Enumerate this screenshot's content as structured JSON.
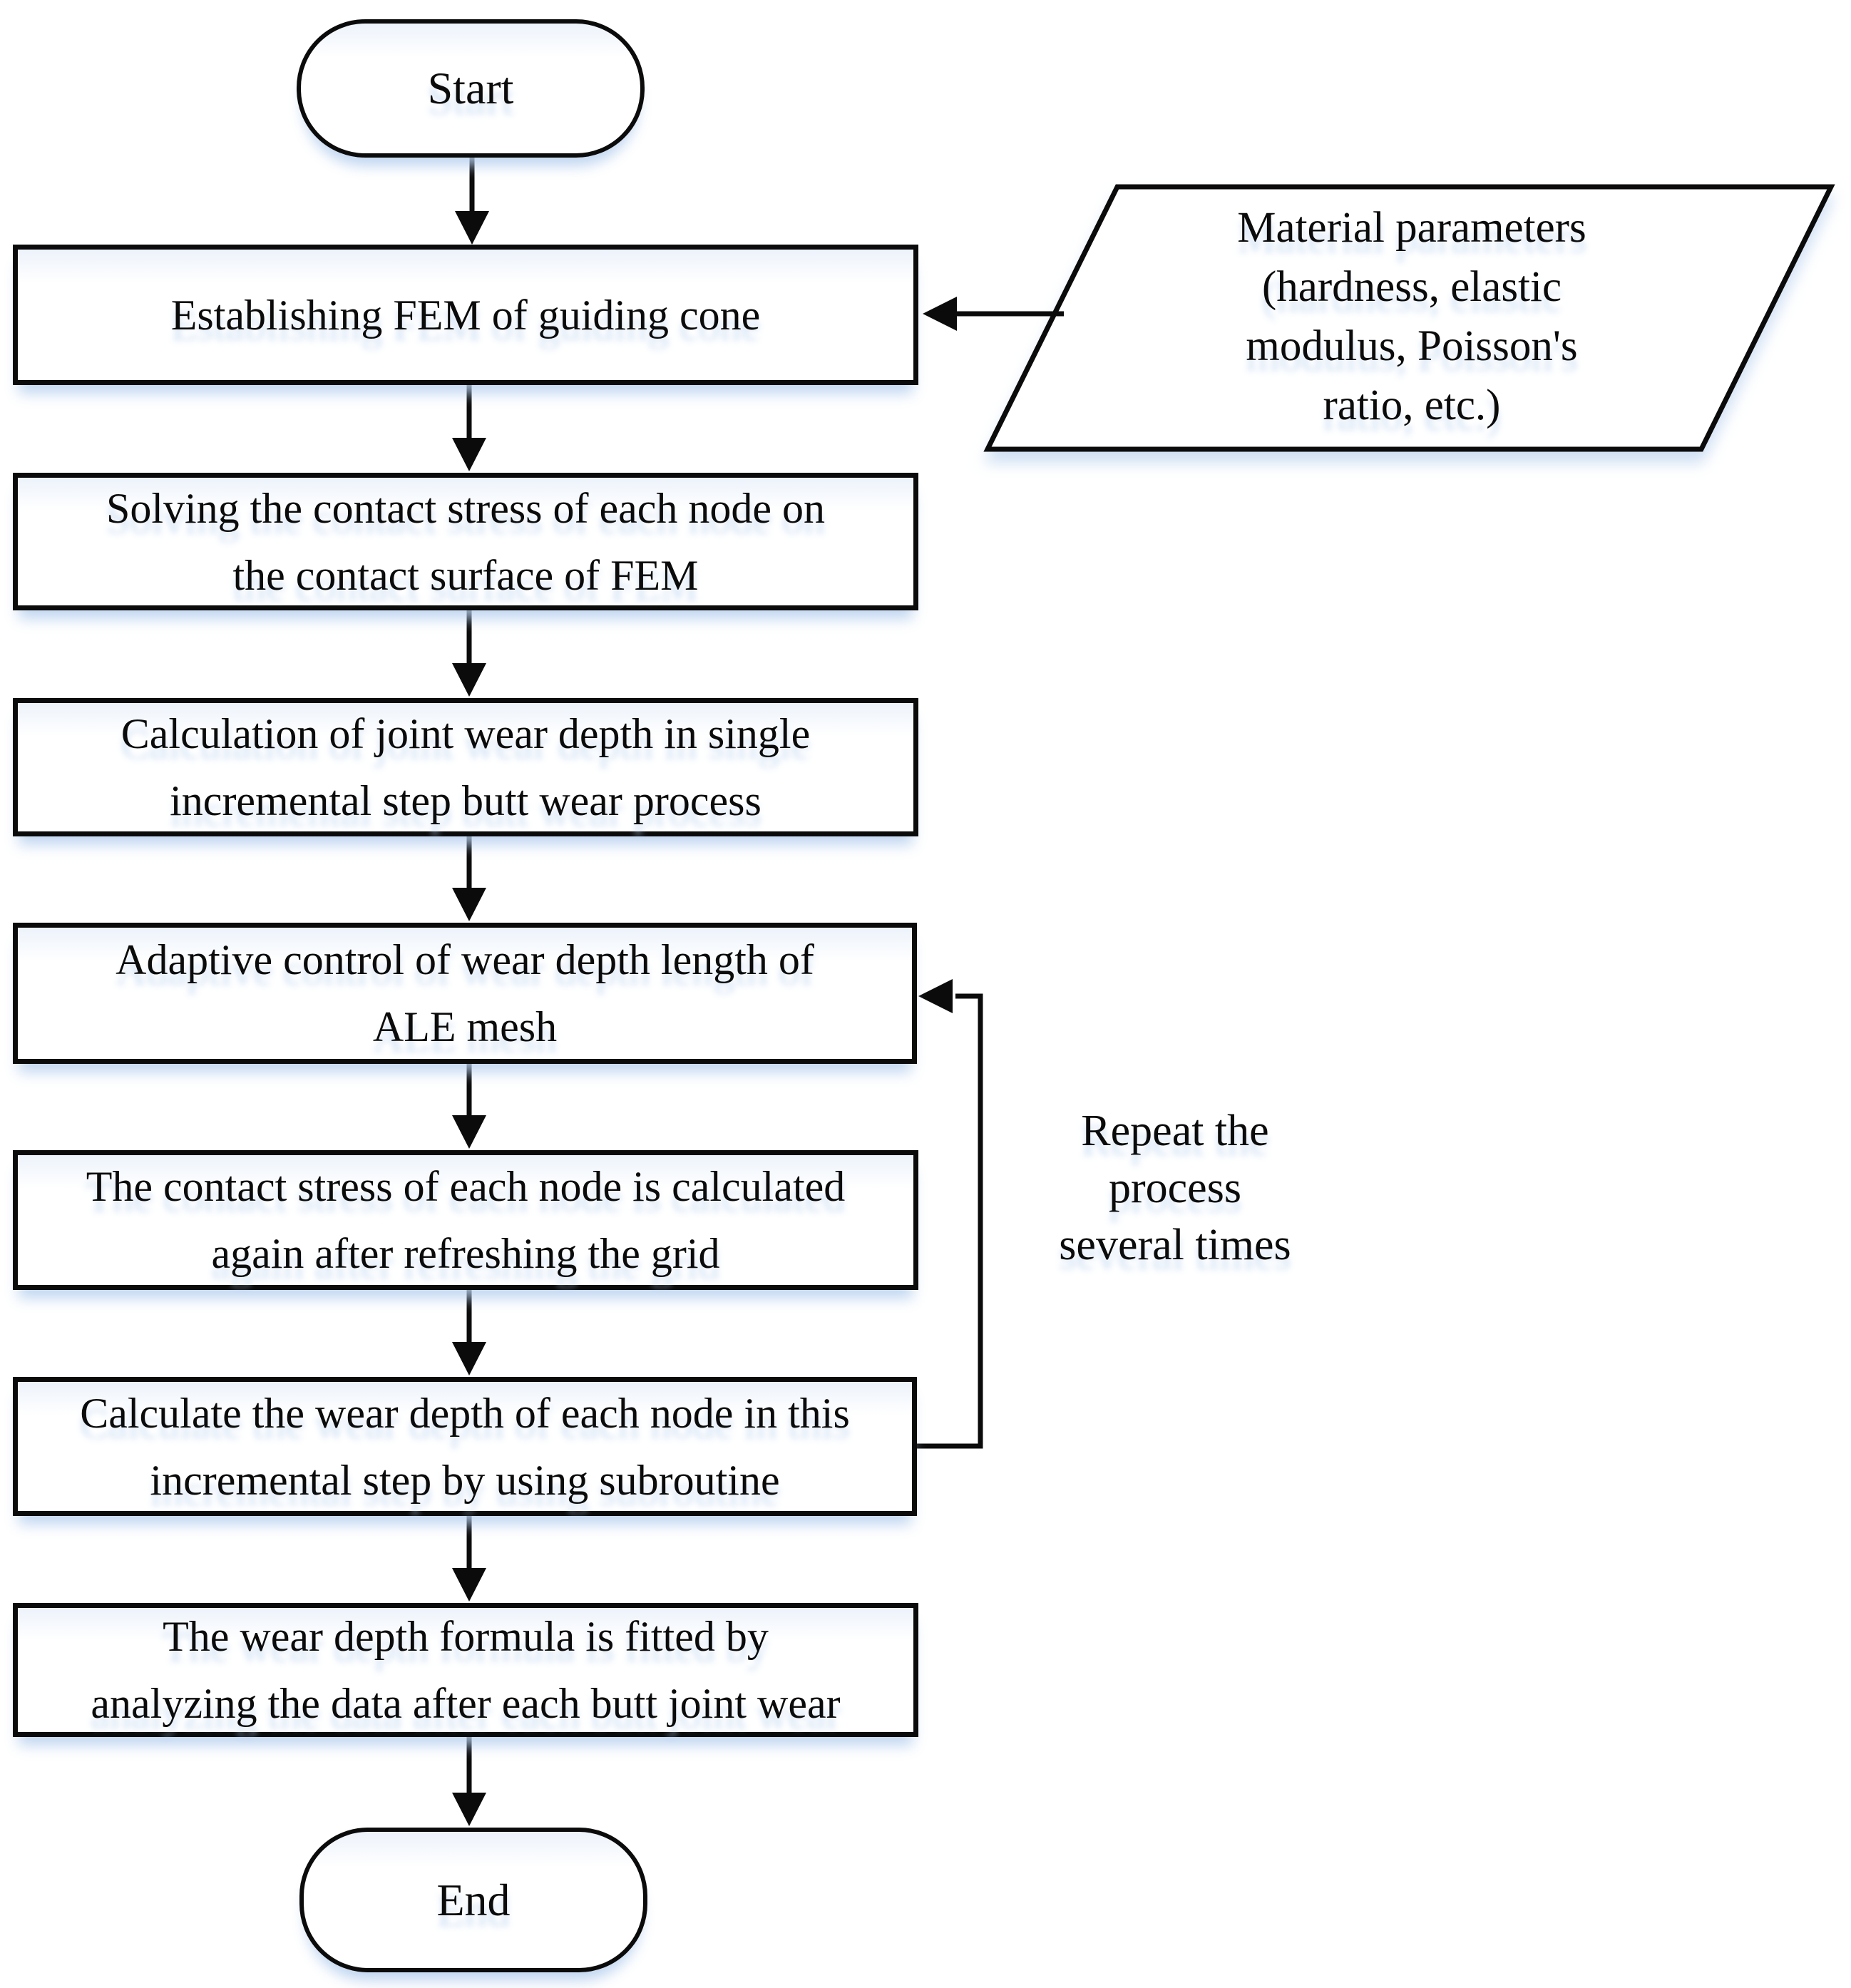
{
  "style": {
    "ink": "#0b0b0b",
    "paper": "#ffffff"
  },
  "nodes": {
    "start": {
      "type": "terminator",
      "label": "Start"
    },
    "establish_fem": {
      "type": "process",
      "lines": [
        "Establishing FEM of guiding cone"
      ]
    },
    "material_params": {
      "type": "input-parallelogram",
      "lines": [
        "Material parameters",
        "(hardness, elastic",
        "modulus, Poisson's",
        "ratio, etc.)"
      ]
    },
    "solve_contact": {
      "type": "process",
      "lines": [
        "Solving the contact stress of each node on",
        "the contact surface of FEM"
      ]
    },
    "calc_joint_wear": {
      "type": "process",
      "lines": [
        "Calculation of joint wear depth in single",
        "incremental step butt wear process"
      ]
    },
    "adaptive_control": {
      "type": "process",
      "lines": [
        "Adaptive control of wear depth length of",
        "ALE mesh"
      ]
    },
    "recalc_contact": {
      "type": "process",
      "lines": [
        "The contact stress of each node is calculated",
        "again after refreshing the grid"
      ]
    },
    "calc_wear_subroutine": {
      "type": "process",
      "lines": [
        "Calculate the wear depth of each node in this",
        "incremental step by using subroutine"
      ]
    },
    "fit_formula": {
      "type": "process",
      "lines": [
        "The wear depth formula is fitted by",
        "analyzing the data after each butt joint wear"
      ]
    },
    "end": {
      "type": "terminator",
      "label": "End"
    }
  },
  "annotations": {
    "repeat_note": {
      "lines": [
        "Repeat the",
        "process",
        "several times"
      ]
    }
  }
}
